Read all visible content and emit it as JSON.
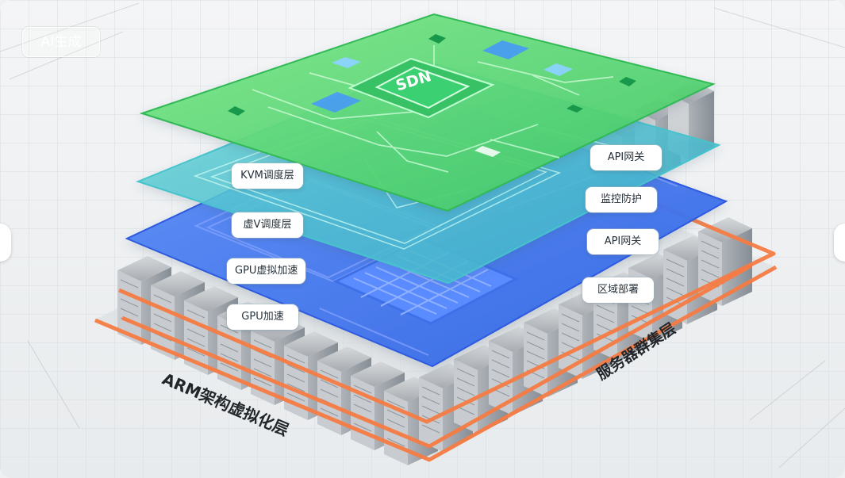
{
  "badge": {
    "text": "AI生成"
  },
  "layers": {
    "top_chip_title": "SDN",
    "top_chip_subtitle": "",
    "left_labels": [
      "KVM调度层",
      "虚V调度层",
      "GPU虚拟加速",
      "GPU加速"
    ],
    "right_labels": [
      "API网关",
      "监控防护",
      "API网关",
      "区域部署"
    ]
  },
  "bottom": {
    "arm_label": "ARM架构虚拟化层",
    "right_label": "服务器群集层"
  },
  "colors": {
    "green": "#59d96f",
    "cyan": "#4ec3d4",
    "blue": "#4a7ef1",
    "orange": "#f57b43",
    "server": "#b8bbbd"
  }
}
